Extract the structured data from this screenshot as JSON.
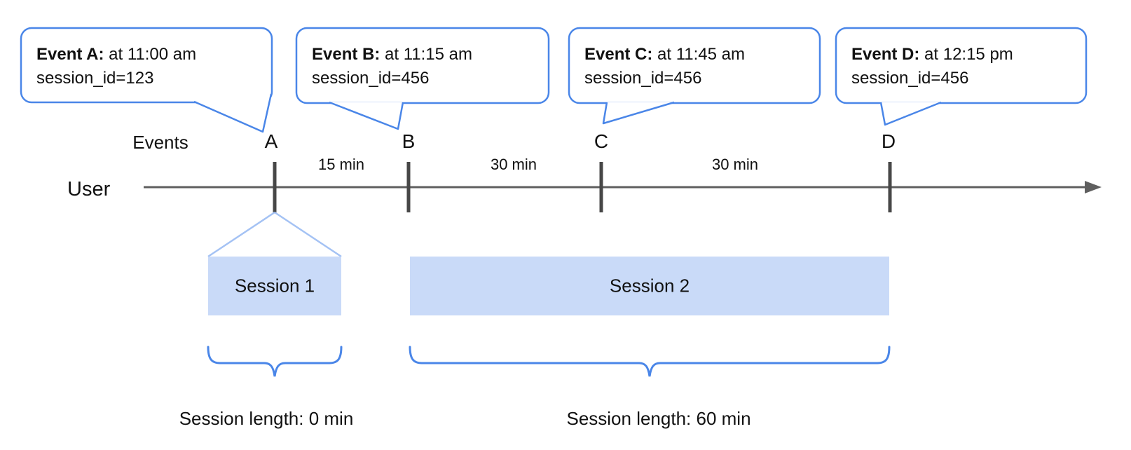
{
  "diagram": {
    "title_semantic": "Event sessionization timeline",
    "axis": {
      "user_label": "User",
      "events_label": "Events"
    },
    "events": [
      {
        "letter": "A",
        "callout_title": "Event A:",
        "callout_time": "at 11:00 am",
        "callout_session": "session_id=123"
      },
      {
        "letter": "B",
        "callout_title": "Event B:",
        "callout_time": "at 11:15 am",
        "callout_session": "session_id=456"
      },
      {
        "letter": "C",
        "callout_title": "Event C:",
        "callout_time": "at 11:45 am",
        "callout_session": "session_id=456"
      },
      {
        "letter": "D",
        "callout_title": "Event D:",
        "callout_time": "at 12:15 pm",
        "callout_session": "session_id=456"
      }
    ],
    "intervals": [
      {
        "label": "15 min"
      },
      {
        "label": "30 min"
      },
      {
        "label": "30 min"
      }
    ],
    "sessions": [
      {
        "label": "Session 1",
        "length_label": "Session length: 0 min"
      },
      {
        "label": "Session 2",
        "length_label": "Session length: 60 min"
      }
    ],
    "colors": {
      "callout_border": "#4a86e8",
      "brace": "#4a86e8",
      "funnel_line": "#a4c2f4",
      "session_fill": "#c9daf8",
      "timeline": "#5f5f5f",
      "tick": "#474747",
      "text": "#111111"
    }
  }
}
